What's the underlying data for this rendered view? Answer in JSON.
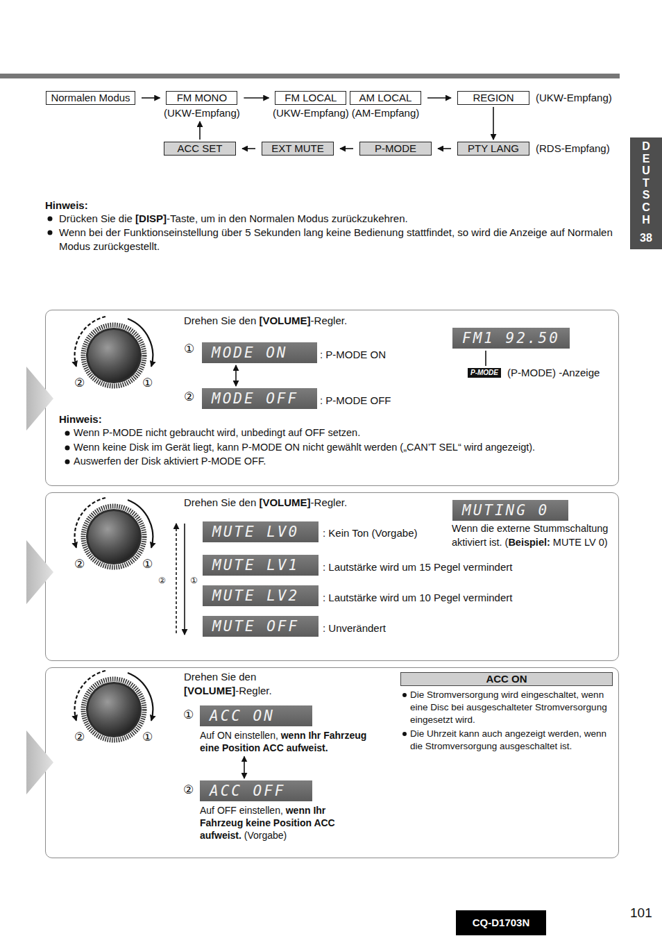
{
  "diagram": {
    "nodes": [
      {
        "text": [
          "Normalen Modus"
        ]
      },
      {
        "text": [
          "FM MONO",
          "(UKW-Empfang)"
        ]
      },
      {
        "text": [
          "FM LOCAL",
          "(UKW-Empfang)"
        ]
      },
      {
        "text": [
          "AM LOCAL",
          "(AM-Empfang)"
        ]
      },
      {
        "text": [
          "REGION",
          "(UKW-Empfang)"
        ]
      },
      {
        "text": [
          "PTY LANG",
          "(RDS-Empfang)"
        ]
      },
      {
        "text": [
          "P-MODE"
        ]
      },
      {
        "text": [
          "EXT MUTE"
        ]
      },
      {
        "text": [
          "ACC SET"
        ]
      },
      {
        "text": [
          "Drehen Sie den [VOLUME]-Regler."
        ]
      },
      {
        "text": [
          "MODE ON"
        ],
        "in": 9
      },
      {
        "text": [
          "MODE OFF"
        ],
        "in": 9
      },
      {
        "text": [
          "FM1 92.50"
        ],
        "in": 9
      },
      {
        "text": [
          "P-MODE"
        ],
        "in": 9
      },
      {
        "text": [
          "Drehen Sie den [VOLUME]-Regler."
        ]
      },
      {
        "text": [
          "MUTE LV0"
        ],
        "in": 14
      },
      {
        "text": [
          "MUTE LV1"
        ],
        "in": 14
      },
      {
        "text": [
          "MUTE LV2"
        ],
        "in": 14
      },
      {
        "text": [
          "MUTE OFF"
        ],
        "in": 14
      },
      {
        "text": [
          "MUTING 0"
        ],
        "in": 14
      },
      {
        "text": [
          "Drehen Sie den [VOLUME]-Regler."
        ]
      },
      {
        "text": [
          "ACC ON",
          "Auf ON einstellen, wenn Ihr Fahrzeug eine Position ACC aufweist."
        ],
        "in": 20
      },
      {
        "text": [
          "ACC OFF",
          "Auf OFF einstellen, wenn Ihr Fahrzeug keine Position ACC aufweist. (Vorgabe)"
        ],
        "in": 20
      },
      {
        "text": [
          "ACC ON"
        ],
        "in": 20
      },
      {
        "text": [
          "DEUTSCH",
          "38"
        ]
      },
      {
        "text": [
          "CQ-D1703N"
        ]
      }
    ],
    "edges": [
      {
        "from": 0,
        "to": 1,
        "arrow": "to"
      },
      {
        "from": 1,
        "to": 2,
        "arrow": "to"
      },
      {
        "from": 3,
        "to": 4,
        "arrow": "to"
      },
      {
        "from": 4,
        "to": 5,
        "arrow": "to"
      },
      {
        "from": 5,
        "to": 6,
        "arrow": "to"
      },
      {
        "from": 6,
        "to": 7,
        "arrow": "to"
      },
      {
        "from": 7,
        "to": 8,
        "arrow": "to"
      },
      {
        "from": 8,
        "to": 1,
        "arrow": "to"
      },
      {
        "from": 10,
        "to": 11,
        "arrow": "both"
      },
      {
        "from": 12,
        "to": 13,
        "arrow": "none"
      },
      {
        "from": 21,
        "to": 22,
        "arrow": "both"
      }
    ],
    "labels": [
      "Hinweis:",
      "Drücken Sie die [DISP]-Taste, um in den Normalen Modus zurückzukehren.",
      "Wenn bei der Funktionseinstellung über 5 Sekunden lang keine Bedienung stattfindet, so wird die Anzeige auf Normalen Modus zurückgestellt.",
      "①",
      ": P-MODE ON",
      "②",
      ": P-MODE OFF",
      "(P-MODE) -Anzeige",
      "②",
      "①",
      "Hinweis:",
      "Wenn P-MODE nicht gebraucht wird, unbedingt auf OFF setzen.",
      "Wenn keine Disk im Gerät liegt, kann P-MODE ON nicht gewählt werden („CAN’T SEL“ wird angezeigt).",
      "Auswerfen der Disk aktiviert P-MODE OFF.",
      "②",
      "①",
      "②",
      "①",
      ": Kein Ton (Vorgabe)",
      ": Lautstärke wird um 15 Pegel vermindert",
      ": Lautstärke wird um 10 Pegel vermindert",
      ": Unverändert",
      "Wenn die externe Stummschaltung aktiviert ist. (Beispiel: MUTE LV 0)",
      "②",
      "①",
      "①",
      "②",
      "Die Stromversorgung wird eingeschaltet, wenn eine Disc bei ausgeschalteter Stromversorgung eingesetzt wird.",
      "Die Uhrzeit kann auch angezeigt werden, wenn die Stromversorgung ausgeschaltet ist.",
      "101"
    ]
  }
}
